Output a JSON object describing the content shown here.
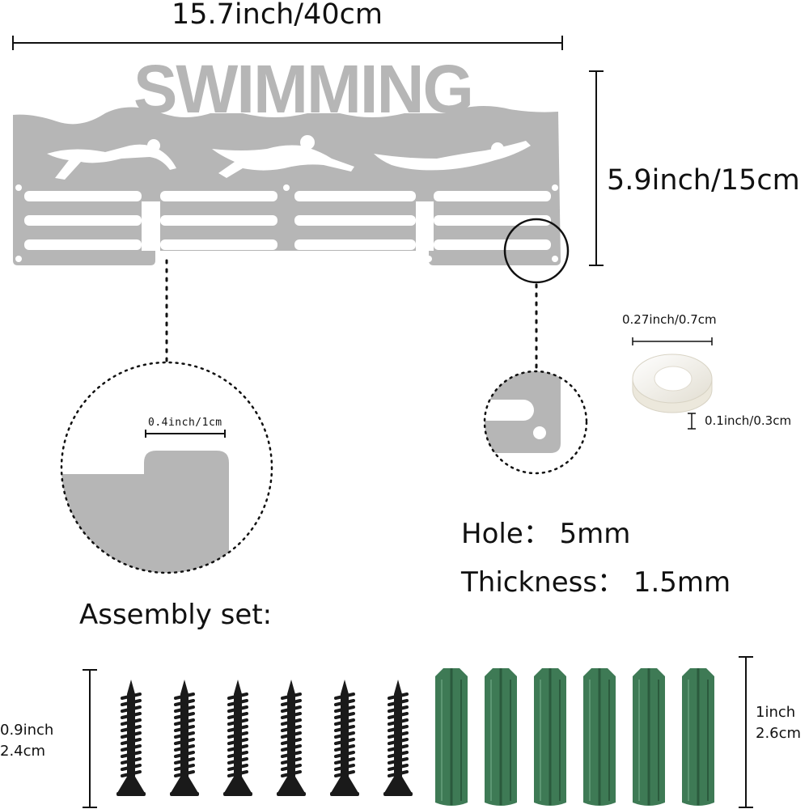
{
  "colors": {
    "plate": "#b6b6b6",
    "text": "#111111",
    "anchor": "#3e7a55",
    "screw": "#1a1a1a",
    "spacer": "#f4f2ec"
  },
  "hanger": {
    "title": "SWIMMING",
    "width_label": "15.7inch/40cm",
    "height_label": "5.9inch/15cm"
  },
  "detail": {
    "gap_label": "0.4inch/1cm"
  },
  "spacer": {
    "width_label": "0.27inch/0.7cm",
    "thickness_label": "0.1inch/0.3cm"
  },
  "specs": {
    "hole": "Hole：  5mm",
    "thickness": "Thickness：  1.5mm"
  },
  "assembly": {
    "title": "Assembly set:",
    "screw_length": "0.9inch\n2.4cm",
    "anchor_length": "1inch\n2.6cm",
    "screw_count": 6,
    "anchor_count": 6
  }
}
